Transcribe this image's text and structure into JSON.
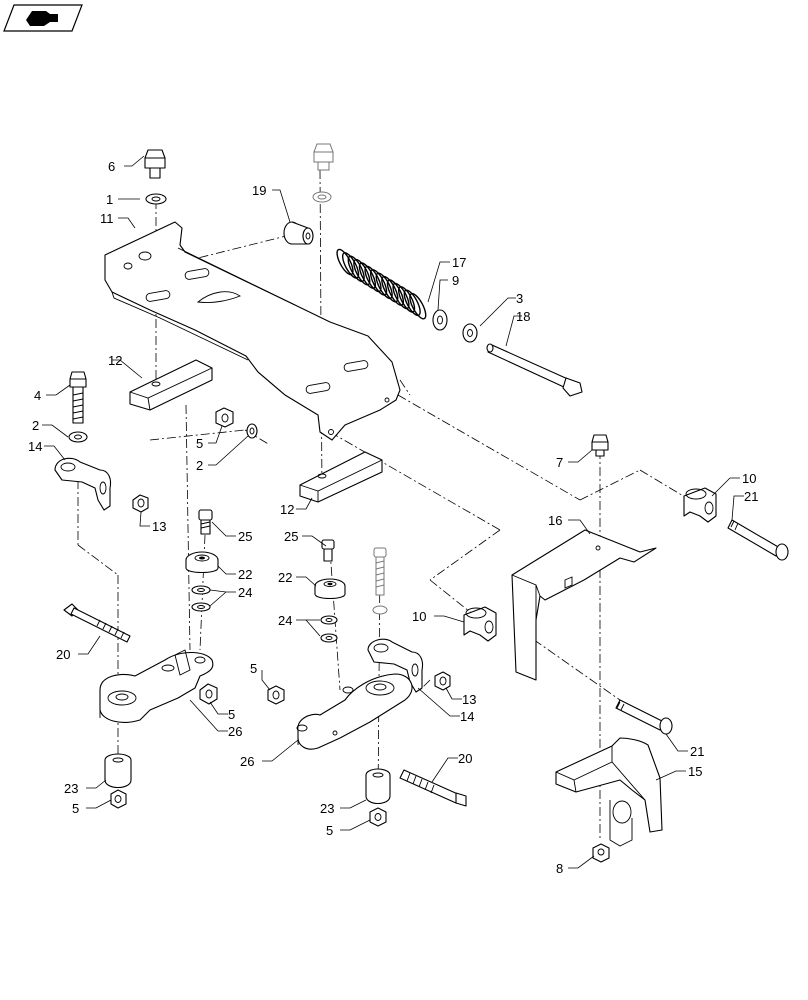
{
  "callouts": [
    {
      "id": "c6",
      "text": "6"
    },
    {
      "id": "c1",
      "text": "1"
    },
    {
      "id": "c11",
      "text": "11"
    },
    {
      "id": "c19",
      "text": "19"
    },
    {
      "id": "c17",
      "text": "17"
    },
    {
      "id": "c9",
      "text": "9"
    },
    {
      "id": "c3",
      "text": "3"
    },
    {
      "id": "c18",
      "text": "18"
    },
    {
      "id": "c12a",
      "text": "12"
    },
    {
      "id": "c4",
      "text": "4"
    },
    {
      "id": "c2a",
      "text": "2"
    },
    {
      "id": "c14a",
      "text": "14"
    },
    {
      "id": "c5a",
      "text": "5"
    },
    {
      "id": "c2b",
      "text": "2"
    },
    {
      "id": "c13a",
      "text": "13"
    },
    {
      "id": "c7",
      "text": "7"
    },
    {
      "id": "c10a",
      "text": "10"
    },
    {
      "id": "c21a",
      "text": "21"
    },
    {
      "id": "c16",
      "text": "16"
    },
    {
      "id": "c12b",
      "text": "12"
    },
    {
      "id": "c25a",
      "text": "25"
    },
    {
      "id": "c25b",
      "text": "25"
    },
    {
      "id": "c22a",
      "text": "22"
    },
    {
      "id": "c22b",
      "text": "22"
    },
    {
      "id": "c24a",
      "text": "24"
    },
    {
      "id": "c24b",
      "text": "24"
    },
    {
      "id": "c10b",
      "text": "10"
    },
    {
      "id": "c20a",
      "text": "20"
    },
    {
      "id": "c5b",
      "text": "5"
    },
    {
      "id": "c13b",
      "text": "13"
    },
    {
      "id": "c5c",
      "text": "5"
    },
    {
      "id": "c26a",
      "text": "26"
    },
    {
      "id": "c14b",
      "text": "14"
    },
    {
      "id": "c26b",
      "text": "26"
    },
    {
      "id": "c20b",
      "text": "20"
    },
    {
      "id": "c21b",
      "text": "21"
    },
    {
      "id": "c23a",
      "text": "23"
    },
    {
      "id": "c15",
      "text": "15"
    },
    {
      "id": "c5d",
      "text": "5"
    },
    {
      "id": "c23b",
      "text": "23"
    },
    {
      "id": "c5e",
      "text": "5"
    },
    {
      "id": "c8",
      "text": "8"
    }
  ]
}
